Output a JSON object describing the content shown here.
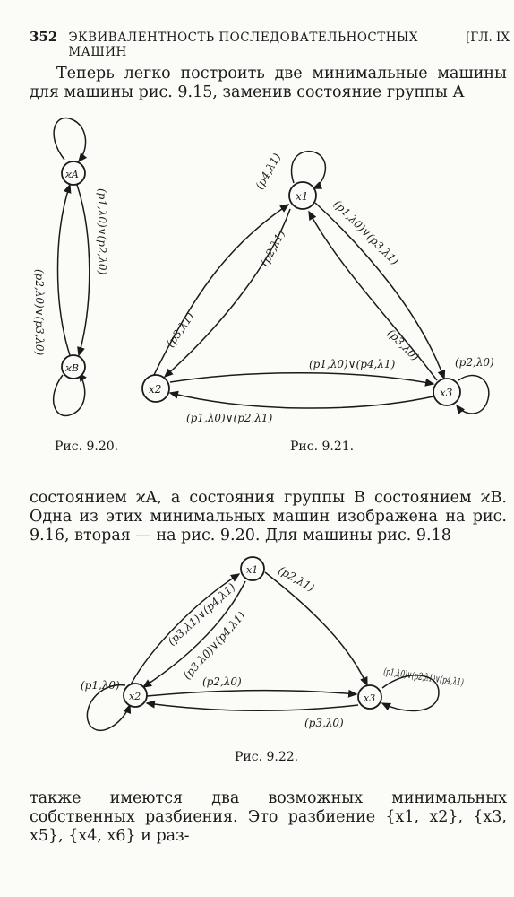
{
  "header": {
    "page_number": "352",
    "title": "ЭКВИВАЛЕНТНОСТЬ ПОСЛЕДОВАТЕЛЬНОСТНЫХ МАШИН",
    "chapter": "[ГЛ. IX"
  },
  "paragraphs": {
    "p1": "Теперь легко построить две минимальные машины для машины рис. 9.15, заменив состояние группы А",
    "p2": "состоянием ϰA, а состояния группы В состоянием ϰB. Одна из этих минимальных машин изображена на рис. 9.16, вторая — на рис. 9.20. Для машины рис. 9.18",
    "p3": "также имеются два возможных минимальных собственных разбиения. Это разбиение {x1, x2}, {x3, x5}, {x4, x6} и раз-"
  },
  "captions": {
    "fig920": "Рис. 9.20.",
    "fig921": "Рис. 9.21.",
    "fig922": "Рис. 9.22."
  },
  "fig920": {
    "nodes": {
      "a": "ϰA",
      "b": "ϰB"
    },
    "labels": {
      "right": "(p1,λ0)∨(p2,λ0)",
      "left": "(p2,λ0)∨(p3,λ0)"
    }
  },
  "fig921": {
    "nodes": {
      "x1": "x1",
      "x2": "x2",
      "x3": "x3"
    },
    "labels": {
      "loop_x1": "(p4,λ1)",
      "x1_x2": "(p2,λ1)",
      "x1_x3": "(p1,λ0)∨(p3,λ1)",
      "x3_x1": "(p3,λ0)",
      "x2_x3_top": "(p1,λ0)∨(p4,λ1)",
      "x2_x3_bottom": "(p1,λ0)∨(p2,λ1)",
      "loop_x3": "(p2,λ0)",
      "x2_x1": "(p3,λ1)"
    }
  },
  "fig922": {
    "nodes": {
      "x1": "x1",
      "x2": "x2",
      "x3": "x3"
    },
    "labels": {
      "x2_x1_outer": "(p3,λ1)∨(p4,λ1)",
      "x2_x1_inner": "(p3,λ0)∨(p4,λ1)",
      "x1_x3": "(p2,λ1)",
      "loop_x2": "(p1,λ0)",
      "x2_x3": "(p2,λ0)",
      "x3_x2": "(p3,λ0)",
      "loop_x3": "(p1,λ0)∨(p2,λ1)∨(p4,λ1)"
    }
  }
}
